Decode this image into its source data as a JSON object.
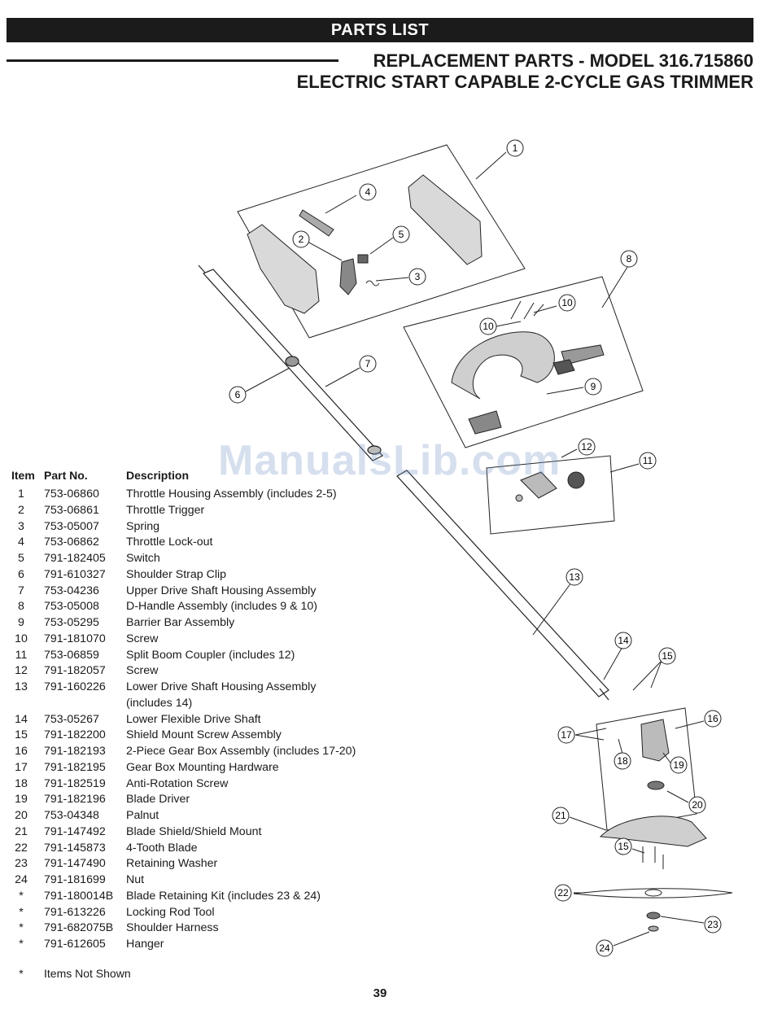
{
  "header": {
    "banner": "PARTS LIST",
    "title_line1": "REPLACEMENT PARTS - MODEL 316.715860",
    "title_line2": "ELECTRIC START CAPABLE 2-CYCLE GAS TRIMMER"
  },
  "watermark": "ManualsLib.com",
  "diagram": {
    "callouts": [
      "1",
      "2",
      "3",
      "4",
      "5",
      "6",
      "7",
      "8",
      "9",
      "10",
      "10",
      "11",
      "12",
      "13",
      "14",
      "15",
      "15",
      "16",
      "17",
      "18",
      "19",
      "20",
      "21",
      "22",
      "23",
      "24"
    ]
  },
  "parts_table": {
    "columns": [
      "Item",
      "Part No.",
      "Description"
    ],
    "rows": [
      {
        "item": "1",
        "part": "753-06860",
        "desc": "Throttle Housing Assembly (includes 2-5)"
      },
      {
        "item": "2",
        "part": "753-06861",
        "desc": "Throttle Trigger"
      },
      {
        "item": "3",
        "part": "753-05007",
        "desc": "Spring"
      },
      {
        "item": "4",
        "part": "753-06862",
        "desc": "Throttle Lock-out"
      },
      {
        "item": "5",
        "part": "791-182405",
        "desc": "Switch"
      },
      {
        "item": "6",
        "part": "791-610327",
        "desc": "Shoulder Strap Clip"
      },
      {
        "item": "7",
        "part": "753-04236",
        "desc": "Upper Drive Shaft Housing Assembly"
      },
      {
        "item": "8",
        "part": "753-05008",
        "desc": "D-Handle Assembly (includes 9 & 10)"
      },
      {
        "item": "9",
        "part": "753-05295",
        "desc": "Barrier Bar Assembly"
      },
      {
        "item": "10",
        "part": "791-181070",
        "desc": "Screw"
      },
      {
        "item": "11",
        "part": "753-06859",
        "desc": "Split Boom Coupler (includes 12)"
      },
      {
        "item": "12",
        "part": "791-182057",
        "desc": "Screw"
      },
      {
        "item": "13",
        "part": "791-160226",
        "desc": "Lower Drive Shaft Housing Assembly"
      },
      {
        "item": "",
        "part": "",
        "desc": "(includes 14)"
      },
      {
        "item": "14",
        "part": "753-05267",
        "desc": "Lower Flexible Drive Shaft"
      },
      {
        "item": "15",
        "part": "791-182200",
        "desc": "Shield Mount Screw Assembly"
      },
      {
        "item": "16",
        "part": "791-182193",
        "desc": "2-Piece Gear Box Assembly (includes 17-20)"
      },
      {
        "item": "17",
        "part": "791-182195",
        "desc": "Gear Box Mounting Hardware"
      },
      {
        "item": "18",
        "part": "791-182519",
        "desc": "Anti-Rotation Screw"
      },
      {
        "item": "19",
        "part": "791-182196",
        "desc": "Blade Driver"
      },
      {
        "item": "20",
        "part": "753-04348",
        "desc": "Palnut"
      },
      {
        "item": "21",
        "part": "791-147492",
        "desc": "Blade Shield/Shield Mount"
      },
      {
        "item": "22",
        "part": "791-145873",
        "desc": "4-Tooth Blade"
      },
      {
        "item": "23",
        "part": "791-147490",
        "desc": "Retaining Washer"
      },
      {
        "item": "24",
        "part": "791-181699",
        "desc": "Nut"
      },
      {
        "item": "*",
        "part": "791-180014B",
        "desc": "Blade Retaining Kit (includes 23 & 24)"
      },
      {
        "item": "*",
        "part": "791-613226",
        "desc": "Locking Rod Tool"
      },
      {
        "item": "*",
        "part": "791-682075B",
        "desc": "Shoulder Harness"
      },
      {
        "item": "*",
        "part": "791-612605",
        "desc": "Hanger"
      }
    ]
  },
  "footnote": {
    "symbol": "*",
    "text": "Items Not Shown"
  },
  "page_number": "39"
}
